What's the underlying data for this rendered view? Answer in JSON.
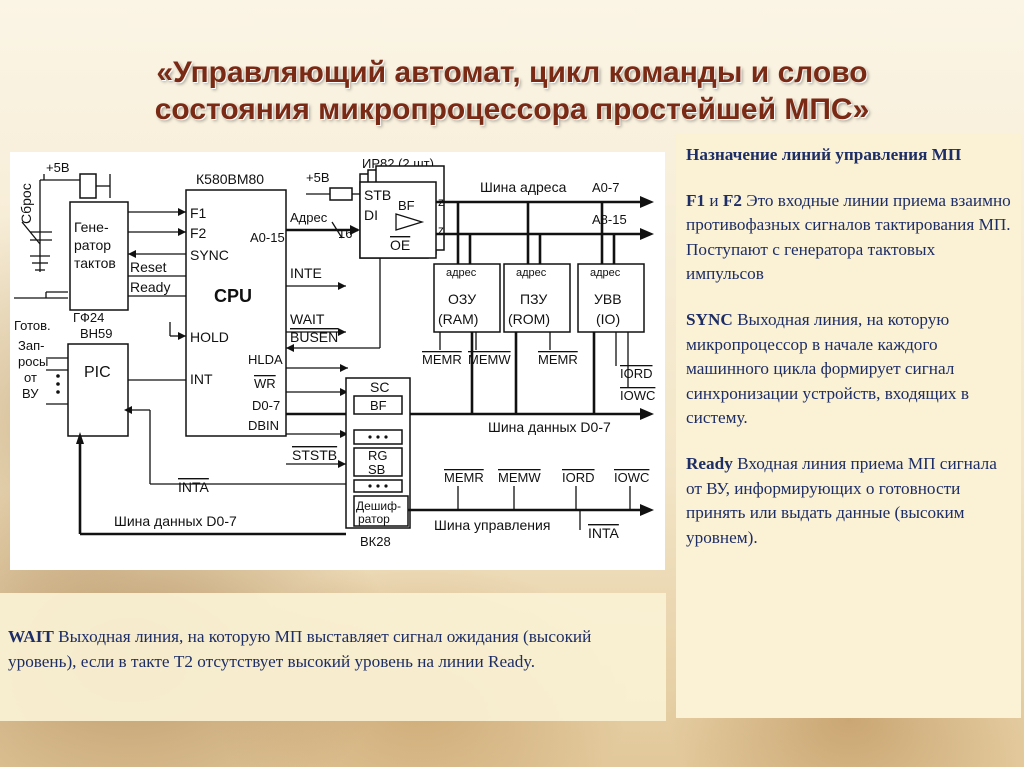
{
  "title": {
    "line1": "«Управляющий автомат, цикл команды и слово",
    "line2": "состояния микропроцессора простейшей МПС»"
  },
  "diagram": {
    "reset_button": "Сброс",
    "plus5v": "+5В",
    "plus5v_2": "+5В",
    "generator_lines": [
      "Гене-",
      "ратор",
      "тактов"
    ],
    "generator_chip": "ГФ24",
    "cpu_chip": "К580ВМ80",
    "cpu_label": "CPU",
    "cpu_pins_left": [
      "F1",
      "F2",
      "SYNC",
      "HOLD",
      "INT"
    ],
    "cpu_pins_right": [
      "INTE",
      "WAIT",
      "HLDA",
      "WR",
      "DBIN"
    ],
    "cpu_addr_pin": "A0-15",
    "cpu_data_pin": "D0-7",
    "reset_pin": "Reset",
    "ready_pin": "Ready",
    "ready_label": "Готов.",
    "requests_lines": [
      "Зап-",
      "росы",
      "от",
      "ВУ"
    ],
    "pic_chip": "ВН59",
    "pic_label": "PIC",
    "latch_chip": "ИР82 (2 шт)",
    "latch_pins": [
      "STB",
      "DI",
      "BF",
      "OE"
    ],
    "address_label": "Адрес",
    "address_width": "16",
    "address_bus": "Шина адреса",
    "addr_low": "A0-7",
    "addr_high": "A8-15",
    "mem_addr_tag": "адрес",
    "ram": [
      "ОЗУ",
      "(RAM)"
    ],
    "rom": [
      "ПЗУ",
      "(ROM)"
    ],
    "io": [
      "УВВ",
      "(IO)"
    ],
    "mem_signals": [
      "MEMR",
      "MEMW",
      "MEMR"
    ],
    "io_signals": [
      "IORD",
      "IOWC"
    ],
    "busen": "BUSEN",
    "ststb": "STSTB",
    "inta": "INTA",
    "inta_2": "INTA",
    "controller_blocks": [
      "SC",
      "BF",
      "RG",
      "SB",
      "Дешиф-",
      "ратор"
    ],
    "controller_chip": "ВК28",
    "data_bus_right": "Шина данных D0-7",
    "data_bus_left": "Шина данных D0-7",
    "control_bus": "Шина управления",
    "control_signals": [
      "MEMR",
      "MEMW",
      "IORD",
      "IOWC"
    ],
    "z_mark": "z"
  },
  "right_panel": {
    "heading": "Назначение линий управления МП",
    "f_bold1": "F1",
    "f_and": " и ",
    "f_bold2": "F2",
    "f_text": " Это входные линии приема взаимно противофазных сигналов тактирования МП. Поступают с генератора тактовых импульсов",
    "sync_bold": "SYNC",
    "sync_text": " Выходная линия, на которую микропроцессор в начале каждого машинного цикла формирует сигнал синхронизации устройств, входящих в систему.",
    "ready_bold": "Ready",
    "ready_text": " Входная линия приема МП сигнала от ВУ, информирующих о готовности принять или выдать данные (высоким уровнем)."
  },
  "bottom_panel": {
    "wait_bold": "WAIT",
    "wait_text": " Выходная линия, на которую МП выставляет сигнал ожидания (высокий уровень), если в такте Т2 отсутствует высокий уровень на линии Ready."
  }
}
